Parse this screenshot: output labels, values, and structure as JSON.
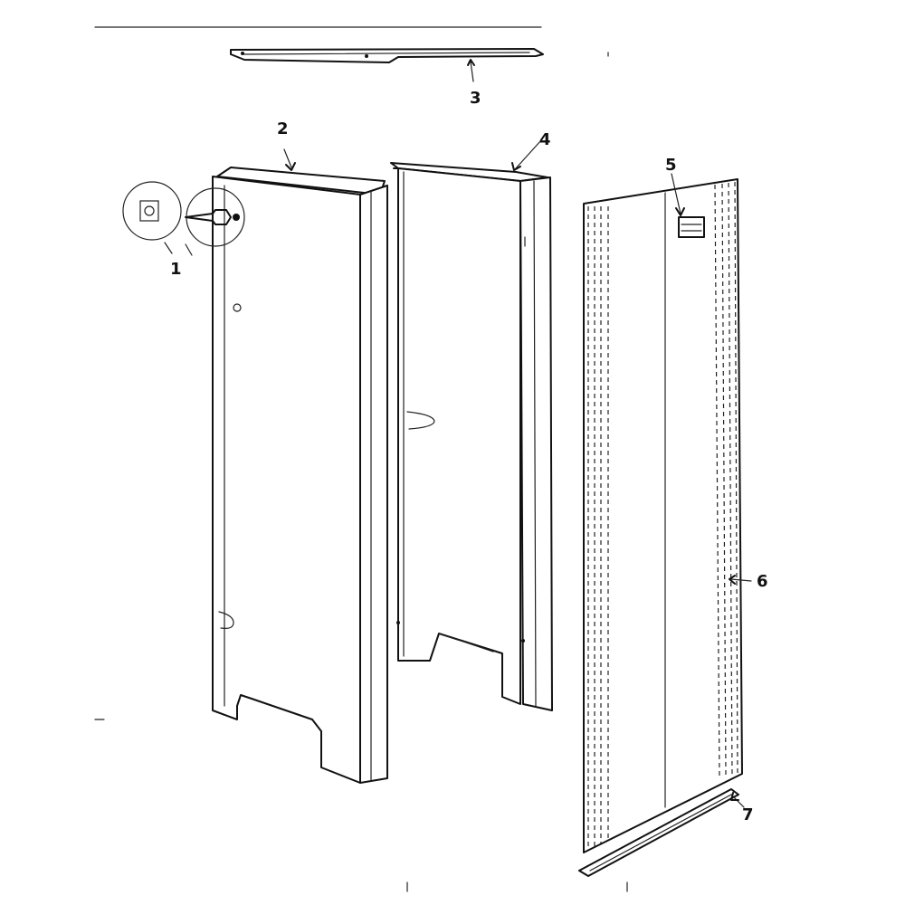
{
  "diagram": {
    "callouts": [
      {
        "id": "1",
        "text": "1"
      },
      {
        "id": "2",
        "text": "2"
      },
      {
        "id": "3",
        "text": "3"
      },
      {
        "id": "4",
        "text": "4"
      },
      {
        "id": "5",
        "text": "5"
      },
      {
        "id": "6",
        "text": "6"
      },
      {
        "id": "7",
        "text": "7"
      }
    ],
    "parts": [
      {
        "id": "1",
        "name": "fastener-detail"
      },
      {
        "id": "2",
        "name": "left-side-panel"
      },
      {
        "id": "3",
        "name": "top-rail"
      },
      {
        "id": "4",
        "name": "rear-panel"
      },
      {
        "id": "5",
        "name": "label-plate"
      },
      {
        "id": "6",
        "name": "right-side-panel"
      },
      {
        "id": "7",
        "name": "bottom-rail"
      }
    ]
  }
}
